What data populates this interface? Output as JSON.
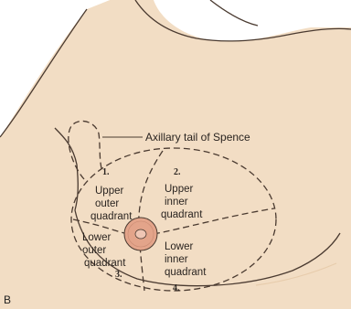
{
  "figure": {
    "panel_letter": "B",
    "callout": "Axillary tail of Spence",
    "quadrants": {
      "upper_outer": {
        "number": "1.",
        "line1": "Upper",
        "line2": "outer",
        "line3": "quadrant"
      },
      "upper_inner": {
        "number": "2.",
        "line1": "Upper",
        "line2": "inner",
        "line3": "quadrant"
      },
      "lower_outer": {
        "number": "3.",
        "line1": "Lower",
        "line2": "outer",
        "line3": "quadrant"
      },
      "lower_inner": {
        "number": "4.",
        "line1": "Lower",
        "line2": "inner",
        "line3": "quadrant"
      }
    },
    "colors": {
      "skin": "#f2ddc4",
      "skin_shadow": "#e7ccac",
      "outline": "#4a3a30",
      "areola": "#e3a48a",
      "nipple": "#efc6b4"
    }
  }
}
